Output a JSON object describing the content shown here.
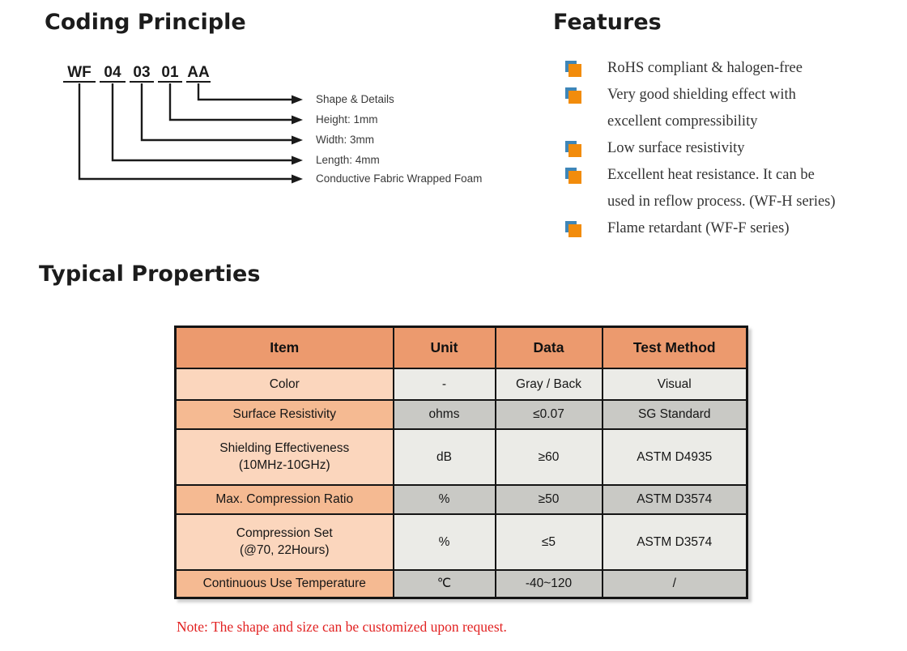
{
  "coding_principle": {
    "title": "Coding Principle",
    "code_segments": [
      "WF",
      "04",
      "03",
      "01",
      "AA"
    ],
    "labels": [
      "Shape & Details",
      "Height: 1mm",
      "Width: 3mm",
      "Length: 4mm",
      "Conductive Fabric Wrapped Foam"
    ]
  },
  "features": {
    "title": "Features",
    "items": [
      "RoHS compliant & halogen-free",
      "Very good shielding effect with\nexcellent compressibility",
      "Low surface resistivity",
      "Excellent heat resistance. It can be\nused in reflow process. (WF-H series)",
      "Flame retardant (WF-F series)"
    ]
  },
  "typical_properties": {
    "title": "Typical Properties",
    "table": {
      "headers": [
        "Item",
        "Unit",
        "Data",
        "Test Method"
      ],
      "rows": [
        {
          "item": "Color",
          "unit": "-",
          "data": "Gray / Back",
          "test_method": "Visual"
        },
        {
          "item": "Surface Resistivity",
          "unit": "ohms",
          "data": "≤0.07",
          "test_method": "SG Standard"
        },
        {
          "item": "Shielding Effectiveness\n(10MHz-10GHz)",
          "unit": "dB",
          "data": "≥60",
          "test_method": "ASTM D4935"
        },
        {
          "item": "Max. Compression Ratio",
          "unit": "%",
          "data": "≥50",
          "test_method": "ASTM D3574"
        },
        {
          "item": "Compression Set\n(@70, 22Hours)",
          "unit": "%",
          "data": "≤5",
          "test_method": "ASTM D3574"
        },
        {
          "item": "Continuous Use Temperature",
          "unit": "℃",
          "data": "-40~120",
          "test_method": "/"
        }
      ]
    },
    "note": "Note: The shape and size can be customized upon request."
  },
  "colors": {
    "table_header_orange": "#ec9a6e",
    "item_col_light_peach": "#fbd6bd",
    "item_col_mid_peach": "#f5ba92",
    "cell_light_gray": "#ebebe7",
    "cell_mid_gray": "#c9c9c5",
    "bullet_orange": "#f28c0c",
    "bullet_blue": "#3e86b8",
    "note_red": "#e22222",
    "line_black": "#1a1a1a"
  }
}
